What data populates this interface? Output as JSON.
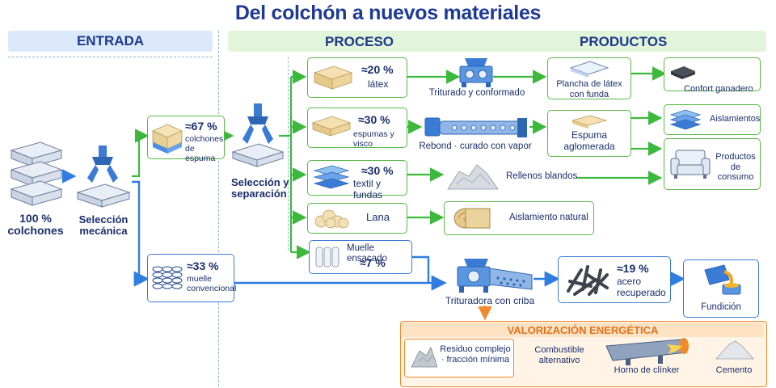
{
  "title": "Del colchón a nuevos materiales",
  "headers": {
    "entrada": "ENTRADA",
    "proceso": "PROCESO",
    "productos": "PRODUCTOS"
  },
  "input": {
    "pct": "100 %",
    "label": "colchones",
    "mech": "Selección mecánica"
  },
  "split": {
    "foam": {
      "pct": "≈67 %",
      "label": "colchones de espuma"
    },
    "spring": {
      "pct": "≈33 %",
      "label": "muelle convencional"
    }
  },
  "selection": "Selección y separación",
  "process": {
    "latex": {
      "pct": "≈20 %",
      "label": "látex",
      "machine": "Triturado y conformado"
    },
    "foams": {
      "pct": "≈30 %",
      "label": "espumas y visco",
      "machine": "Rebond · curado con vapor"
    },
    "textile": {
      "pct": "≈30 %",
      "label": "textil y fundas",
      "product": "Rellenos blandos"
    },
    "wool": {
      "label": "Lana",
      "product": "Aislamiento natural"
    },
    "pocket": {
      "label": "Muelle ensacado",
      "pct": "≈7 %"
    }
  },
  "products": {
    "latex_sheet": "Plancha de látex con funda",
    "confort": "Confort ganadero",
    "insulation": "Aislamientos",
    "agglomerated": "Espuma aglomerada",
    "consumer": "Productos de consumo"
  },
  "metal": {
    "shredder": "Trituradora con criba",
    "steel_pct": "≈19 %",
    "steel_label": "acero recuperado",
    "foundry": "Fundición"
  },
  "energy": {
    "header": "VALORIZACIÓN ENERGÉTICA",
    "residue": "Residuo complejo · fracción mínima",
    "fuel": "Combustible alternativo",
    "kiln": "Horno de clínker",
    "cement": "Cemento"
  },
  "colors": {
    "green": "#3cb83c",
    "blue": "#2f7de1",
    "orange": "#f08a2c",
    "navy": "#1b2f6b"
  }
}
